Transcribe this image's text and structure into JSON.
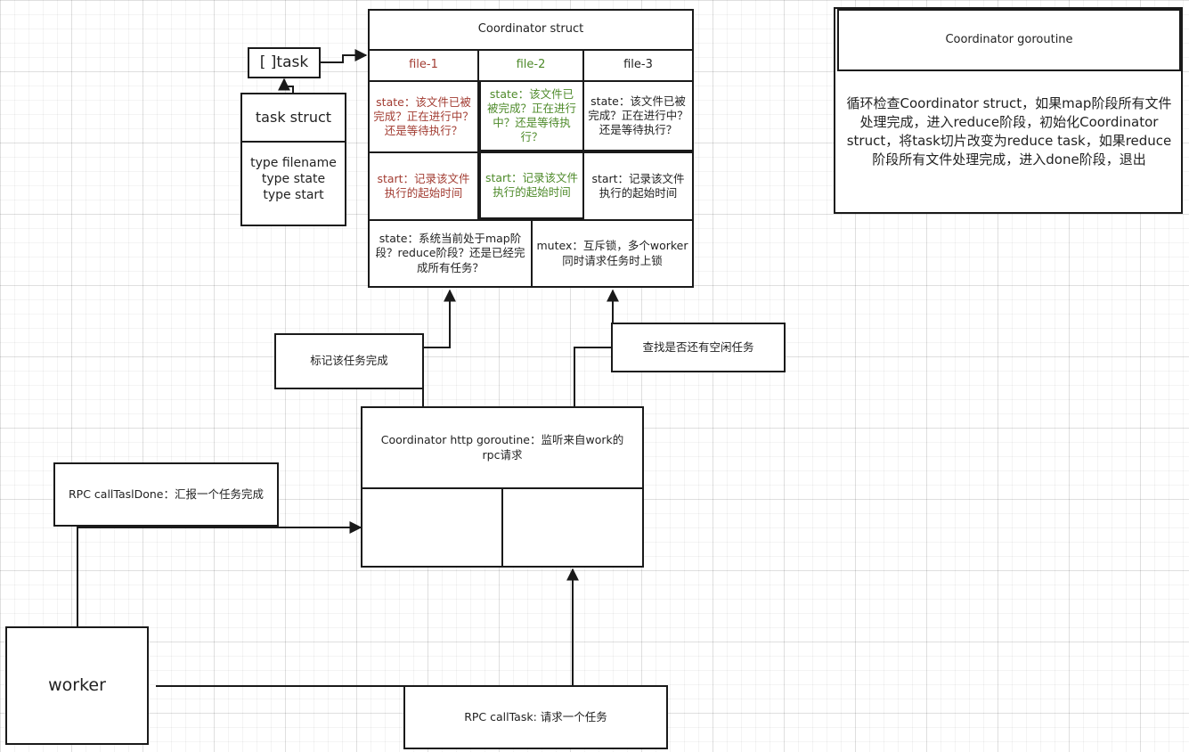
{
  "task_slice": {
    "label": "[ ]task"
  },
  "task_struct": {
    "title": "task struct",
    "fields": [
      "type filename",
      "type state",
      "type start"
    ]
  },
  "coordinator_struct": {
    "title": "Coordinator struct",
    "files": [
      {
        "name": "file-1",
        "state": "state：该文件已被完成？正在进行中？还是等待执行？",
        "start": "start：记录该文件执行的起始时间",
        "color": "#a23c32"
      },
      {
        "name": "file-2",
        "state": "state：该文件已被完成？正在进行中？还是等待执行？",
        "start": "start：记录该文件执行的起始时间",
        "color": "#4e8a2a"
      },
      {
        "name": "file-3",
        "state": "state：该文件已被完成？正在进行中？还是等待执行？",
        "start": "start：记录该文件执行的起始时间",
        "color": "#222222"
      }
    ],
    "system_state": "state：系统当前处于map阶段？reduce阶段？还是已经完成所有任务？",
    "mutex": "mutex：互斥锁，多个worker同时请求任务时上锁"
  },
  "coordinator_goroutine": {
    "title": "Coordinator goroutine",
    "description": "循环检查Coordinator struct，如果map阶段所有文件处理完成，进入reduce阶段，初始化Coordinator struct，将task切片改变为reduce task，如果reduce阶段所有文件处理完成，进入done阶段，退出"
  },
  "labels": {
    "mark_done": "标记该任务完成",
    "find_idle": "查找是否还有空闲任务"
  },
  "http_goroutine": {
    "title": "Coordinator http goroutine：监听来自work的rpc请求"
  },
  "rpc": {
    "call_done": "RPC callTaslDone：汇报一个任务完成",
    "call_task": "RPC callTask: 请求一个任务"
  },
  "worker": {
    "label": "worker"
  }
}
